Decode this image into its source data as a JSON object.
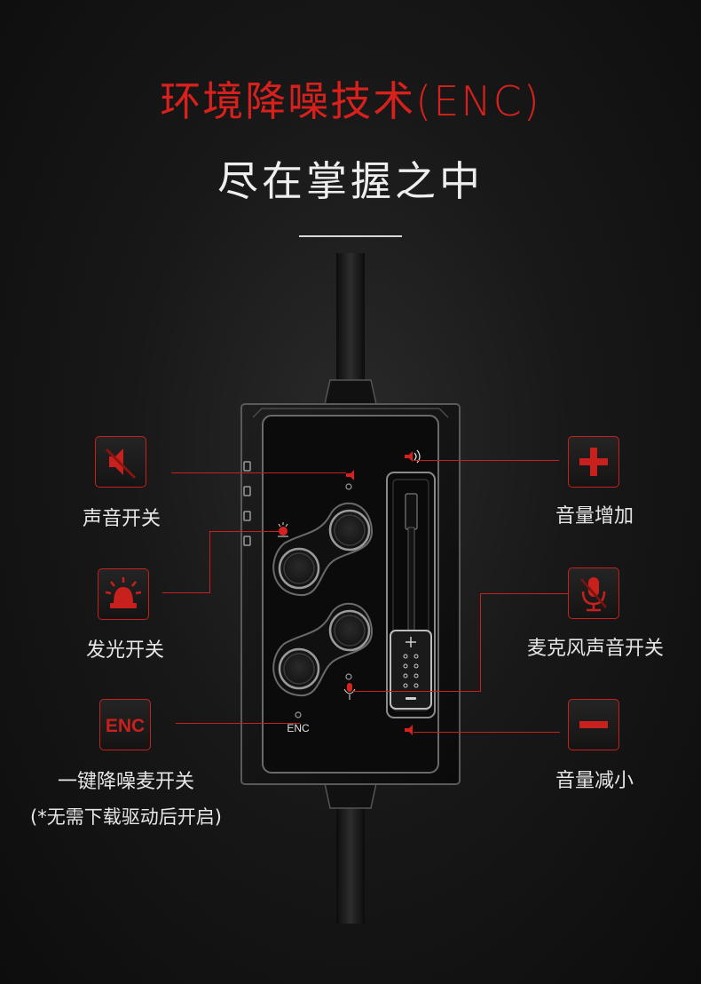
{
  "header": {
    "title": "环境降噪技术(ENC)",
    "subtitle": "尽在掌握之中"
  },
  "controls": {
    "sound_switch": {
      "label": "声音开关",
      "icon": "speaker-mute-icon"
    },
    "light_switch": {
      "label": "发光开关",
      "icon": "siren-light-icon"
    },
    "enc_switch": {
      "label": "一键降噪麦开关",
      "note": "(*无需下载驱动后开启)",
      "icon_text": "ENC",
      "icon": "enc-icon"
    },
    "volume_up": {
      "label": "音量增加",
      "icon": "plus-icon"
    },
    "mic_switch": {
      "label": "麦克风声音开关",
      "icon": "mic-mute-icon"
    },
    "volume_down": {
      "label": "音量减小",
      "icon": "minus-icon"
    }
  },
  "device": {
    "enc_marking": "ENC"
  },
  "colors": {
    "accent": "#c8201c",
    "background": "#141414",
    "text": "#e6e6e6"
  }
}
